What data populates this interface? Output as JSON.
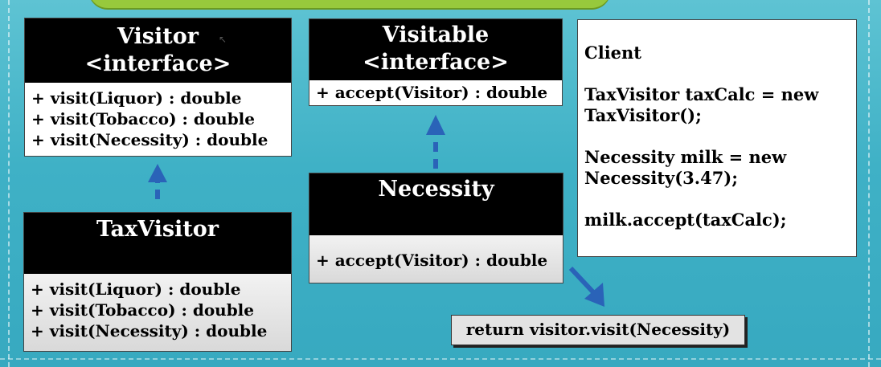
{
  "visitor": {
    "title": "Visitor",
    "stereotype": "<interface>",
    "methods": [
      "+ visit(Liquor) : double",
      "+ visit(Tobacco) : double",
      "+ visit(Necessity) : double"
    ]
  },
  "visitable": {
    "title": "Visitable",
    "stereotype": "<interface>",
    "methods": [
      "+ accept(Visitor) : double"
    ]
  },
  "tax_visitor": {
    "title": "TaxVisitor",
    "methods": [
      "+ visit(Liquor) : double",
      "+ visit(Tobacco) : double",
      "+ visit(Necessity) : double"
    ]
  },
  "necessity": {
    "title": "Necessity",
    "methods": [
      "+ accept(Visitor) : double"
    ]
  },
  "client": {
    "title": "Client",
    "lines": [
      "TaxVisitor taxCalc = new",
      "TaxVisitor();",
      "",
      "Necessity milk = new",
      "Necessity(3.47);",
      "",
      "milk.accept(taxCalc);"
    ]
  },
  "return_note": "return visitor.visit(Necessity)",
  "colors": {
    "background": "#3fb1c6",
    "header": "#000000",
    "arrow": "#2a63b8",
    "banner": "#97c93c"
  }
}
